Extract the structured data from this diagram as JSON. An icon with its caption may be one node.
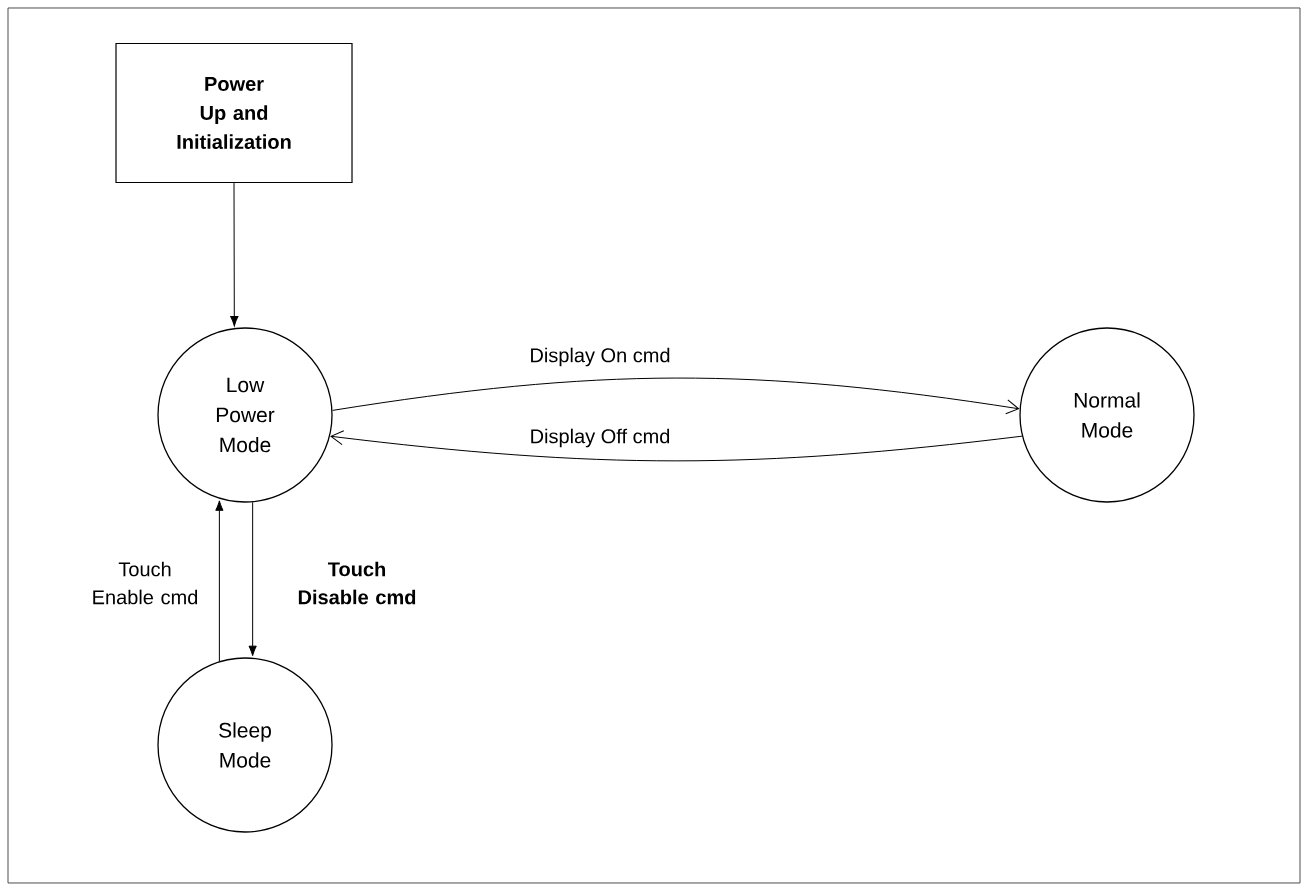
{
  "diagram": {
    "nodes": [
      {
        "text": [
          "Power Up and Initialization"
        ]
      },
      {
        "text": [
          "Low Power Mode"
        ]
      },
      {
        "text": [
          "Normal Mode"
        ]
      },
      {
        "text": [
          "Sleep Mode"
        ]
      }
    ],
    "edges": [
      {
        "from": 0,
        "to": 1,
        "arrow": "to"
      },
      {
        "from": 1,
        "to": 2,
        "arrow": "to",
        "label": "Display On cmd"
      },
      {
        "from": 2,
        "to": 1,
        "arrow": "to",
        "label": "Display Off cmd"
      },
      {
        "from": 1,
        "to": 3,
        "arrow": "to",
        "label": "Touch Disable cmd"
      },
      {
        "from": 3,
        "to": 1,
        "arrow": "to",
        "label": "Touch Enable cmd"
      }
    ]
  }
}
